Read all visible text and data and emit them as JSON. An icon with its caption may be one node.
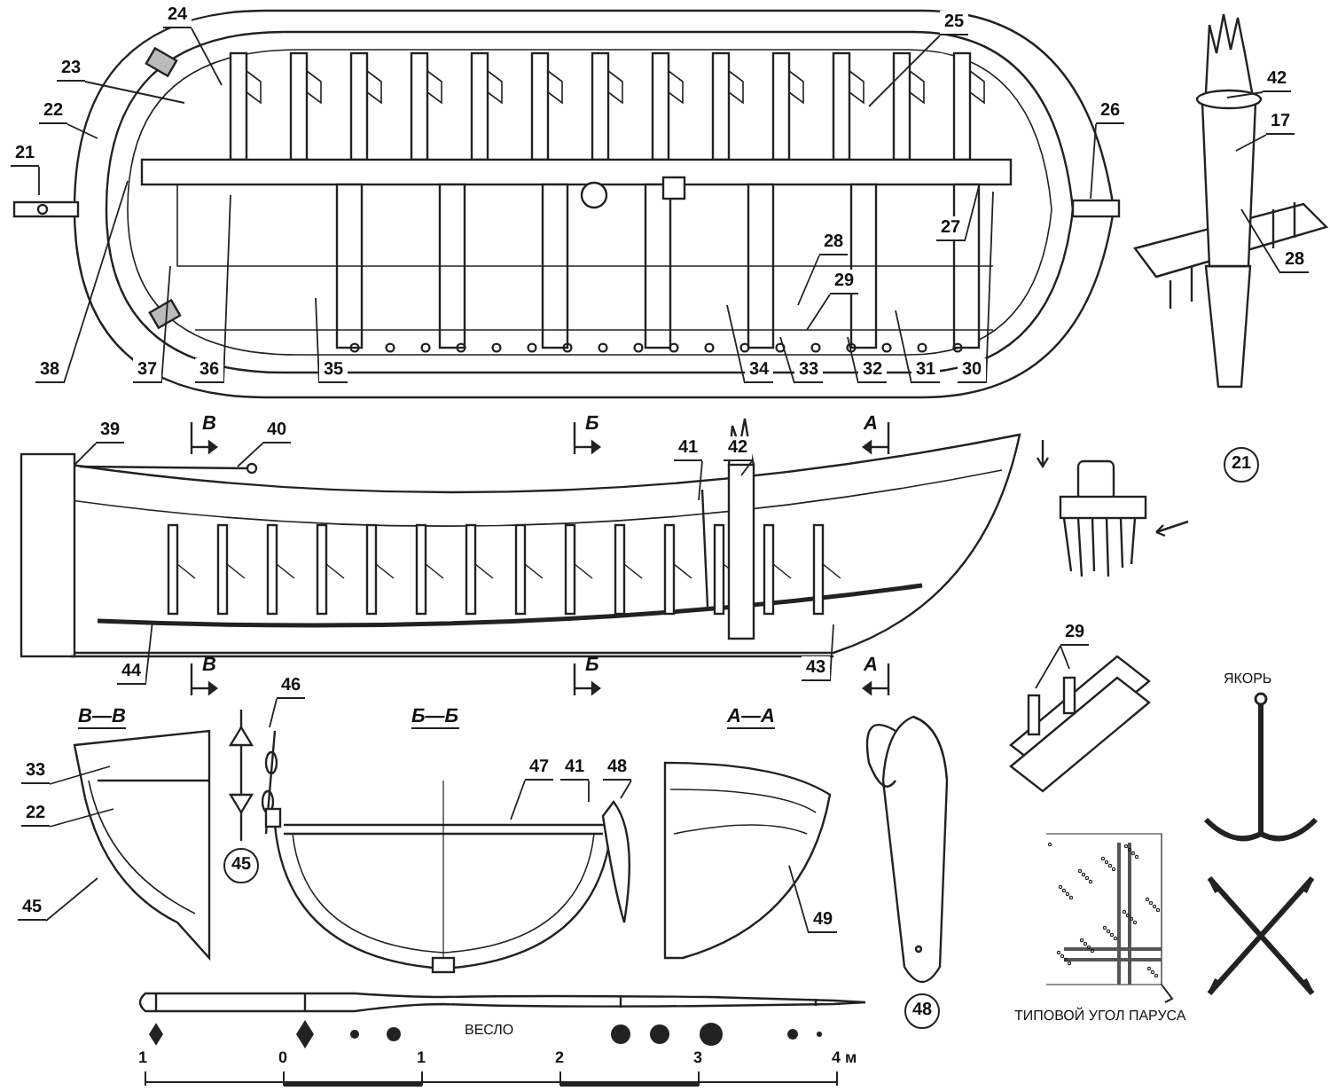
{
  "diagram": {
    "nodes": [
      {
        "text": [
          "24"
        ]
      },
      {
        "text": [
          "23"
        ]
      },
      {
        "text": [
          "22"
        ]
      },
      {
        "text": [
          "21"
        ]
      },
      {
        "text": [
          "25"
        ]
      },
      {
        "text": [
          "26"
        ]
      },
      {
        "text": [
          "42"
        ]
      },
      {
        "text": [
          "17"
        ]
      },
      {
        "text": [
          "27"
        ]
      },
      {
        "text": [
          "28"
        ]
      },
      {
        "text": [
          "29"
        ]
      },
      {
        "text": [
          "28"
        ]
      },
      {
        "text": [
          "38"
        ]
      },
      {
        "text": [
          "37"
        ]
      },
      {
        "text": [
          "36"
        ]
      },
      {
        "text": [
          "35"
        ]
      },
      {
        "text": [
          "34"
        ]
      },
      {
        "text": [
          "33"
        ]
      },
      {
        "text": [
          "32"
        ]
      },
      {
        "text": [
          "31"
        ]
      },
      {
        "text": [
          "30"
        ]
      },
      {
        "text": [
          "39"
        ]
      },
      {
        "text": [
          "40"
        ]
      },
      {
        "text": [
          "41"
        ]
      },
      {
        "text": [
          "42"
        ]
      },
      {
        "text": [
          "21"
        ]
      },
      {
        "text": [
          "44"
        ]
      },
      {
        "text": [
          "43"
        ]
      },
      {
        "text": [
          "29"
        ]
      },
      {
        "text": [
          "46"
        ]
      },
      {
        "text": [
          "47"
        ]
      },
      {
        "text": [
          "41"
        ]
      },
      {
        "text": [
          "48"
        ]
      },
      {
        "text": [
          "33"
        ]
      },
      {
        "text": [
          "22"
        ]
      },
      {
        "text": [
          "45"
        ]
      },
      {
        "text": [
          "45"
        ]
      },
      {
        "text": [
          "49"
        ]
      },
      {
        "text": [
          "48"
        ]
      }
    ],
    "edges": [
      {
        "from": 0,
        "to": null,
        "arrow": "none"
      },
      {
        "from": 1,
        "to": null,
        "arrow": "none"
      },
      {
        "from": 2,
        "to": null,
        "arrow": "none"
      },
      {
        "from": 3,
        "to": null,
        "arrow": "none"
      },
      {
        "from": 4,
        "to": null,
        "arrow": "none"
      },
      {
        "from": 5,
        "to": null,
        "arrow": "none"
      },
      {
        "from": 6,
        "to": null,
        "arrow": "none"
      },
      {
        "from": 7,
        "to": null,
        "arrow": "none"
      },
      {
        "from": 8,
        "to": null,
        "arrow": "none"
      },
      {
        "from": 9,
        "to": null,
        "arrow": "none"
      },
      {
        "from": 10,
        "to": null,
        "arrow": "none"
      },
      {
        "from": 11,
        "to": null,
        "arrow": "none"
      },
      {
        "from": 12,
        "to": null,
        "arrow": "none"
      },
      {
        "from": 13,
        "to": null,
        "arrow": "none"
      },
      {
        "from": 14,
        "to": null,
        "arrow": "none"
      },
      {
        "from": 15,
        "to": null,
        "arrow": "none"
      },
      {
        "from": 16,
        "to": null,
        "arrow": "none"
      },
      {
        "from": 17,
        "to": null,
        "arrow": "none"
      },
      {
        "from": 18,
        "to": null,
        "arrow": "none"
      },
      {
        "from": 19,
        "to": null,
        "arrow": "none"
      },
      {
        "from": 20,
        "to": null,
        "arrow": "none"
      },
      {
        "from": 21,
        "to": null,
        "arrow": "none"
      },
      {
        "from": 22,
        "to": null,
        "arrow": "none"
      },
      {
        "from": 23,
        "to": null,
        "arrow": "none"
      },
      {
        "from": 24,
        "to": null,
        "arrow": "none"
      },
      {
        "from": 26,
        "to": null,
        "arrow": "none"
      },
      {
        "from": 27,
        "to": null,
        "arrow": "none"
      },
      {
        "from": 28,
        "to": null,
        "arrow": "none"
      },
      {
        "from": 28,
        "to": null,
        "arrow": "none"
      },
      {
        "from": 29,
        "to": null,
        "arrow": "none"
      },
      {
        "from": 30,
        "to": null,
        "arrow": "none"
      },
      {
        "from": 31,
        "to": null,
        "arrow": "none"
      },
      {
        "from": 32,
        "to": null,
        "arrow": "none"
      },
      {
        "from": 33,
        "to": null,
        "arrow": "none"
      },
      {
        "from": 34,
        "to": null,
        "arrow": "none"
      },
      {
        "from": 36,
        "to": null,
        "arrow": "none"
      },
      {
        "from": 37,
        "to": null,
        "arrow": "none"
      }
    ],
    "labels": [
      "В",
      "Б",
      "А",
      "В",
      "Б",
      "А",
      "ЯКОРЬ",
      "В—В",
      "Б—Б",
      "А—А",
      "ВЕСЛО",
      "ТИПОВОЙ УГОЛ ПАРУСА",
      "1",
      "0",
      "1",
      "2",
      "3",
      "4 м"
    ]
  }
}
